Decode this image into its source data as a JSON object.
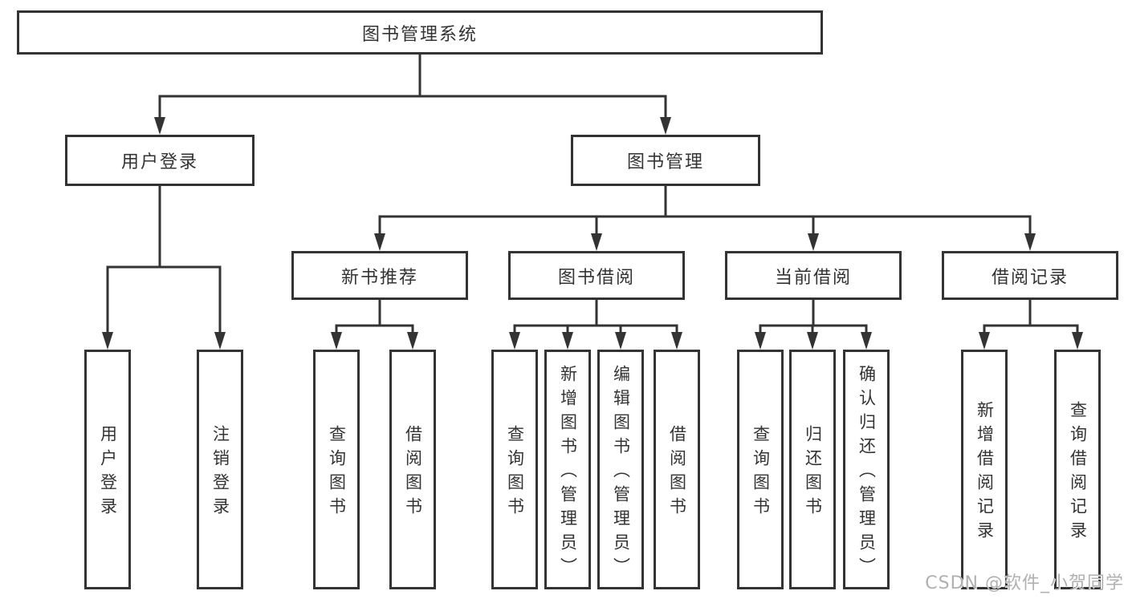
{
  "diagram": {
    "title": "图书管理系统",
    "tree": {
      "root": {
        "label": "图书管理系统",
        "children": [
          {
            "label": "用户登录",
            "children": [
              {
                "label": "用户登录"
              },
              {
                "label": "注销登录"
              }
            ]
          },
          {
            "label": "图书管理",
            "children": [
              {
                "label": "新书推荐",
                "children": [
                  {
                    "label": "查询图书"
                  },
                  {
                    "label": "借阅图书"
                  }
                ]
              },
              {
                "label": "图书借阅",
                "children": [
                  {
                    "label": "查询图书"
                  },
                  {
                    "label": "新增图书（管理员）"
                  },
                  {
                    "label": "编辑图书（管理员）"
                  },
                  {
                    "label": "借阅图书"
                  }
                ]
              },
              {
                "label": "当前借阅",
                "children": [
                  {
                    "label": "查询图书"
                  },
                  {
                    "label": "归还图书"
                  },
                  {
                    "label": "确认归还（管理员）"
                  }
                ]
              },
              {
                "label": "借阅记录",
                "children": [
                  {
                    "label": "新增借阅记录"
                  },
                  {
                    "label": "查询借阅记录"
                  }
                ]
              }
            ]
          }
        ]
      }
    },
    "colors": {
      "line": "#333333",
      "box_border": "#333333",
      "text": "#333333",
      "background": "#ffffff",
      "watermark": "#b0b0b0"
    }
  },
  "watermark": {
    "text": "CSDN @软件_小贺同学"
  }
}
